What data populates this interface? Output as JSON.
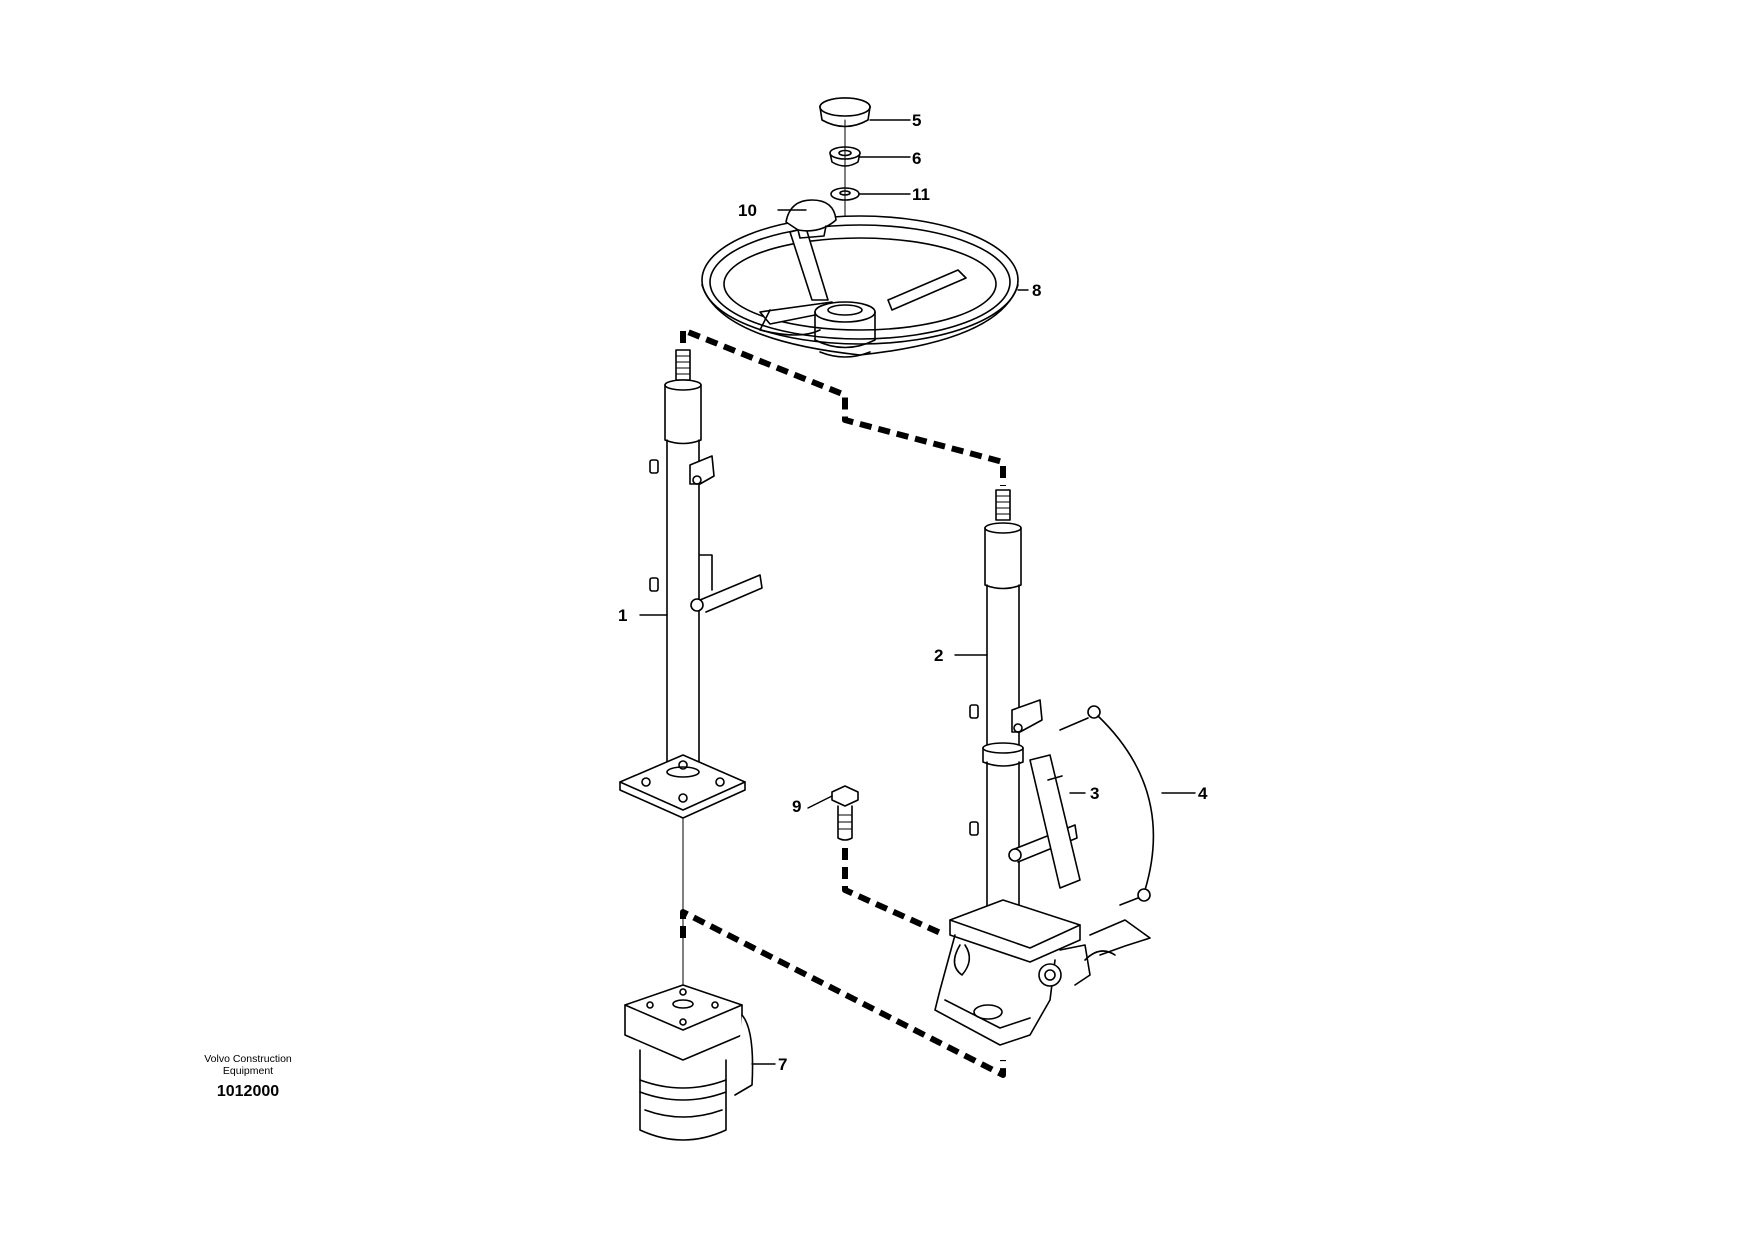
{
  "caption": {
    "brand": "Volvo Construction Equipment",
    "code": "1012000"
  },
  "callouts": [
    "1",
    "2",
    "3",
    "4",
    "5",
    "6",
    "7",
    "8",
    "9",
    "10",
    "11"
  ],
  "parts": [
    "steering-column-fixed",
    "steering-column-adjustable",
    "gas-spring",
    "cable",
    "cap",
    "nut",
    "steering-valve",
    "steering-wheel",
    "screw",
    "knob",
    "washer"
  ]
}
